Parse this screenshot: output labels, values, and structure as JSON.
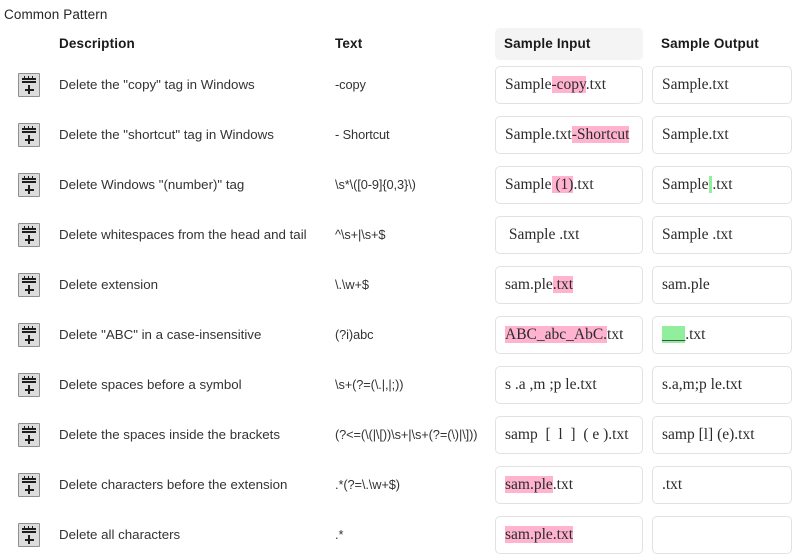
{
  "title": "Common Pattern",
  "columns": {
    "icon": "",
    "description": "Description",
    "text": "Text",
    "sample_input": "Sample Input",
    "sample_output": "Sample Output"
  },
  "colors": {
    "highlight_delete": "#ffb3cf",
    "highlight_insert": "#90ee9c",
    "header_active_bg": "#f4f4f4",
    "cell_border": "#e2e2e2"
  },
  "icon_name": "table-add-icon",
  "rows": [
    {
      "description": "Delete the \"copy\" tag in Windows",
      "text": "-copy",
      "input_parts": [
        {
          "t": "Sample",
          "h": "none"
        },
        {
          "t": "-",
          "h": "pink"
        },
        {
          "t": "copy",
          "h": "pink"
        },
        {
          "t": ".txt",
          "h": "none"
        }
      ],
      "input_plain": "Sample-copy.txt",
      "output_parts": [
        {
          "t": "Sample.txt",
          "h": "none"
        }
      ],
      "output_plain": "Sample.txt"
    },
    {
      "description": "Delete the \"shortcut\" tag in Windows",
      "text": "- Shortcut",
      "input_parts": [
        {
          "t": "Sample.txt",
          "h": "none"
        },
        {
          "t": "-",
          "h": "pink"
        },
        {
          "t": "Shortcut",
          "h": "pink"
        }
      ],
      "input_plain": "Sample.txt- Shortcut",
      "output_parts": [
        {
          "t": "Sample.txt",
          "h": "none"
        }
      ],
      "output_plain": "Sample.txt"
    },
    {
      "description": "Delete Windows \"(number)\" tag",
      "text": "\\s*\\([0-9]{0,3}\\)",
      "input_parts": [
        {
          "t": "Sample",
          "h": "none"
        },
        {
          "t": " (1)",
          "h": "pink"
        },
        {
          "t": ".txt",
          "h": "none"
        }
      ],
      "input_plain": "Sample (1).txt",
      "output_parts": [
        {
          "t": "Sample",
          "h": "none"
        },
        {
          "t": " ",
          "h": "green"
        },
        {
          "t": ".txt",
          "h": "none"
        }
      ],
      "output_plain": "Sample.txt"
    },
    {
      "description": "Delete whitespaces from the head and tail",
      "text": "^\\s+|\\s+$",
      "input_parts": [
        {
          "t": " Sample .txt",
          "h": "none"
        }
      ],
      "input_plain": " Sample .txt",
      "output_parts": [
        {
          "t": "Sample .txt",
          "h": "none"
        }
      ],
      "output_plain": "Sample .txt"
    },
    {
      "description": "Delete extension",
      "text": "\\.\\w+$",
      "input_parts": [
        {
          "t": "sam.ple",
          "h": "none"
        },
        {
          "t": ".txt",
          "h": "pink"
        }
      ],
      "input_plain": "sam.ple.txt",
      "output_parts": [
        {
          "t": "sam.ple",
          "h": "none"
        }
      ],
      "output_plain": "sam.ple"
    },
    {
      "description": "Delete \"ABC\" in a case-insensitive",
      "text": "(?i)abc",
      "input_parts": [
        {
          "t": "ABC_abc_AbC.",
          "h": "pink"
        },
        {
          "t": "txt",
          "h": "none"
        }
      ],
      "input_plain": "ABC_abc_AbC.txt",
      "output_parts": [
        {
          "t": "___",
          "h": "green"
        },
        {
          "t": ".txt",
          "h": "none"
        }
      ],
      "output_plain": "___.txt"
    },
    {
      "description": "Delete spaces before a symbol",
      "text": "\\s+(?=(\\.|,|;))",
      "input_parts": [
        {
          "t": "s .a ,m ;p le.txt",
          "h": "none"
        }
      ],
      "input_plain": "s .a ,m ;p le.txt",
      "output_parts": [
        {
          "t": "s.a,m;p le.txt",
          "h": "none"
        }
      ],
      "output_plain": "s.a,m;p le.txt"
    },
    {
      "description": "Delete the spaces inside the brackets",
      "text": "(?<=(\\(|\\[))\\s+|\\s+(?=(\\)|\\]))",
      "input_parts": [
        {
          "t": "samp  [  l  ]  ( e ).txt",
          "h": "none"
        }
      ],
      "input_plain": "samp  [  l  ]  ( e ).txt",
      "output_parts": [
        {
          "t": "samp [l] (e).txt",
          "h": "none"
        }
      ],
      "output_plain": "samp [l] (e).txt"
    },
    {
      "description": "Delete characters before the extension",
      "text": ".*(?=\\.\\w+$)",
      "input_parts": [
        {
          "t": "sam.ple",
          "h": "pink"
        },
        {
          "t": ".txt",
          "h": "none"
        }
      ],
      "input_plain": "sam.ple.txt",
      "output_parts": [
        {
          "t": ".txt",
          "h": "none"
        }
      ],
      "output_plain": ".txt"
    },
    {
      "description": "Delete all characters",
      "text": ".*",
      "input_parts": [
        {
          "t": "sam.ple.txt",
          "h": "pink"
        }
      ],
      "input_plain": "sam.ple.txt",
      "output_parts": [
        {
          "t": "",
          "h": "none"
        }
      ],
      "output_plain": ""
    }
  ]
}
